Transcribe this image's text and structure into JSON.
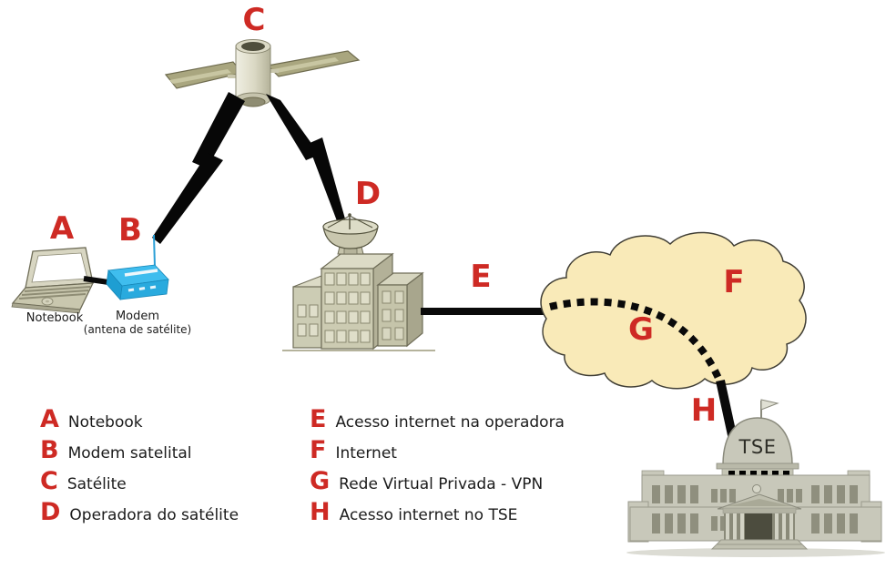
{
  "markers": {
    "a": "A",
    "b": "B",
    "c": "C",
    "d": "D",
    "e": "E",
    "f": "F",
    "g": "G",
    "h": "H"
  },
  "captions": {
    "notebook": "Notebook",
    "modem_line1": "Modem",
    "modem_line2": "(antena de satélite)",
    "tse": "TSE"
  },
  "legend": {
    "left": [
      {
        "letter": "A",
        "label": "Notebook"
      },
      {
        "letter": "B",
        "label": "Modem satelital"
      },
      {
        "letter": "C",
        "label": "Satélite"
      },
      {
        "letter": "D",
        "label": "Operadora do satélite"
      }
    ],
    "right": [
      {
        "letter": "E",
        "label": "Acesso internet na operadora"
      },
      {
        "letter": "F",
        "label": "Internet"
      },
      {
        "letter": "G",
        "label": "Rede Virtual Privada - VPN"
      },
      {
        "letter": "H",
        "label": "Acesso internet no TSE"
      }
    ]
  },
  "colors": {
    "marker_red": "#ce2a24",
    "cloud_fill": "#f9eab8",
    "modem_blue": "#2fb3e8",
    "building_beige": "#cccbb2",
    "tse_gray": "#c8c8ba",
    "line_black": "#0a0a0a",
    "panel_olive": "#a9a67f"
  }
}
